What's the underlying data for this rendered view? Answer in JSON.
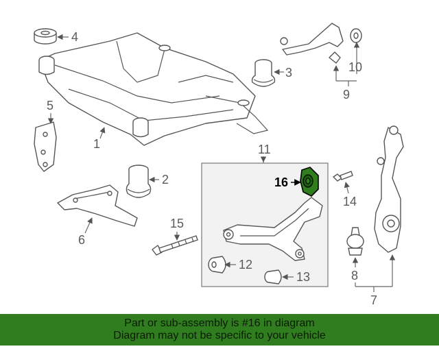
{
  "diagram": {
    "callouts": {
      "c1": "1",
      "c2": "2",
      "c3": "3",
      "c4": "4",
      "c5": "5",
      "c6": "6",
      "c7": "7",
      "c8": "8",
      "c9": "9",
      "c10": "10",
      "c11": "11",
      "c12": "12",
      "c13": "13",
      "c14": "14",
      "c15": "15",
      "c16": "16"
    },
    "highlight_color": "#2f7d1e",
    "highlighted_part": "16"
  },
  "banner": {
    "line1": "Part or sub-assembly is #16 in diagram",
    "line2": "Diagram may not be specific to your vehicle",
    "color": "#2f7d1e"
  }
}
